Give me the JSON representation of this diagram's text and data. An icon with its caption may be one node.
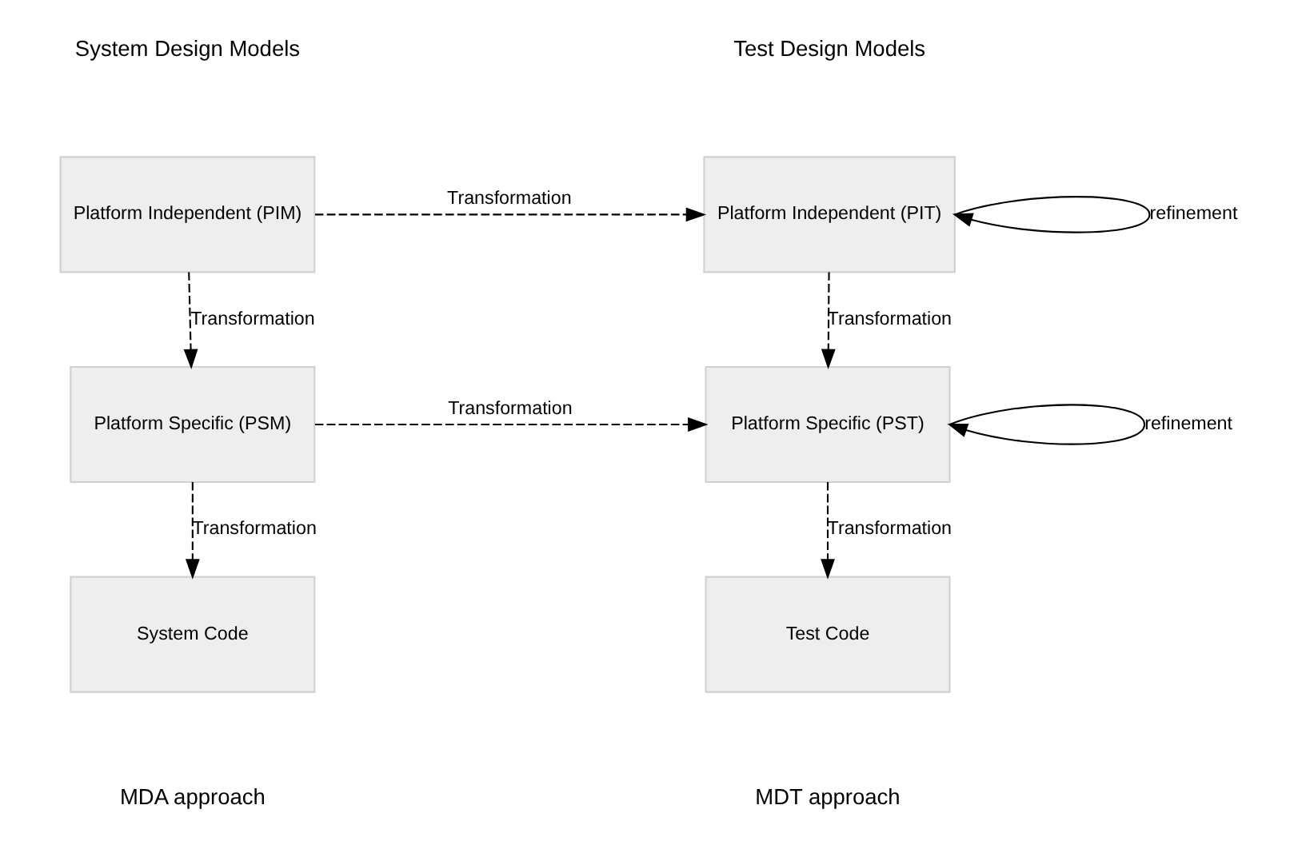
{
  "diagram": {
    "nodes": [
      {
        "text": [
          "Platform Independent (PIM)"
        ]
      },
      {
        "text": [
          "Platform Independent (PIT)"
        ]
      },
      {
        "text": [
          "Platform Specific (PSM)"
        ]
      },
      {
        "text": [
          "Platform Specific (PST)"
        ]
      },
      {
        "text": [
          "System Code"
        ]
      },
      {
        "text": [
          "Test Code"
        ]
      }
    ],
    "edges": [
      {
        "from": 0,
        "to": 1,
        "arrow": "to",
        "style": "dashed",
        "label": "Transformation"
      },
      {
        "from": 1,
        "to": 1,
        "arrow": "to",
        "label": "refinement"
      },
      {
        "from": 0,
        "to": 2,
        "arrow": "to",
        "style": "dashed",
        "label": "Transformation"
      },
      {
        "from": 1,
        "to": 3,
        "arrow": "to",
        "style": "dashed",
        "label": "Transformation"
      },
      {
        "from": 2,
        "to": 3,
        "arrow": "to",
        "style": "dashed",
        "label": "Transformation"
      },
      {
        "from": 3,
        "to": 3,
        "arrow": "to",
        "label": "refinement"
      },
      {
        "from": 2,
        "to": 4,
        "arrow": "to",
        "style": "dashed",
        "label": "Transformation"
      },
      {
        "from": 3,
        "to": 5,
        "arrow": "to",
        "style": "dashed",
        "label": "Transformation"
      }
    ],
    "labels": [
      "System Design Models",
      "Test Design Models",
      "MDA approach",
      "MDT approach"
    ]
  }
}
